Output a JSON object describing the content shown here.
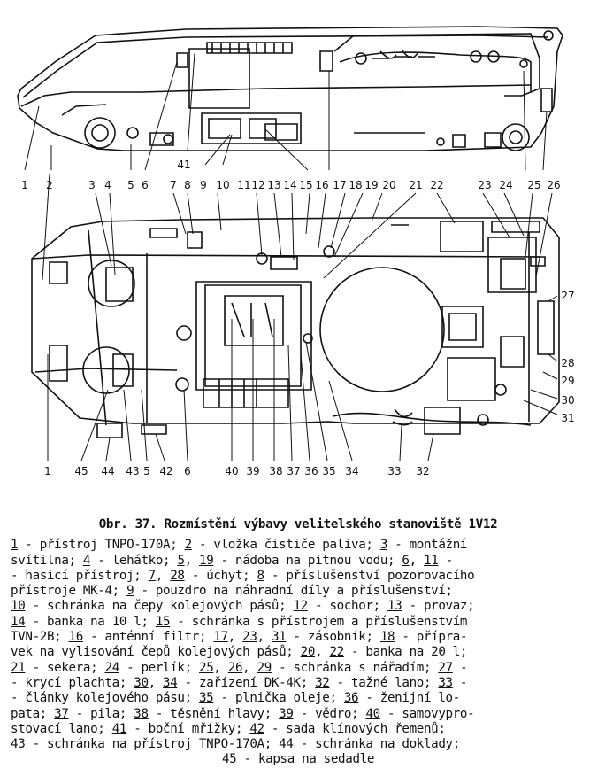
{
  "diagram": {
    "top_labels": [
      "1",
      "2",
      "3",
      "4",
      "5",
      "6",
      "7",
      "8",
      "9",
      "10",
      "11",
      "12",
      "13",
      "14",
      "15",
      "16",
      "17",
      "18",
      "19",
      "20",
      "21",
      "22",
      "23",
      "24",
      "25",
      "26"
    ],
    "side_labels": [
      "27",
      "28",
      "29",
      "30",
      "31"
    ],
    "bottom_labels": [
      "1",
      "45",
      "44",
      "43",
      "5",
      "42",
      "6",
      "40",
      "39",
      "38",
      "37",
      "36",
      "35",
      "34",
      "33",
      "32"
    ],
    "extra_label": "41"
  },
  "caption": {
    "title": "Obr. 37. Rozmístění výbavy velitelského stanoviště 1V12",
    "lines": [
      [
        [
          "1",
          "u"
        ],
        [
          " - přístroj TNPO-170A; ",
          ""
        ],
        [
          "2",
          "u"
        ],
        [
          " - vložka čističe paliva; ",
          ""
        ],
        [
          "3",
          "u"
        ],
        [
          " - montážní",
          ""
        ]
      ],
      [
        [
          "svítilna; ",
          ""
        ],
        [
          "4",
          "u"
        ],
        [
          " - lehátko; ",
          ""
        ],
        [
          "5",
          "u"
        ],
        [
          ", ",
          ""
        ],
        [
          "19",
          "u"
        ],
        [
          " - nádoba na pitnou vodu; ",
          ""
        ],
        [
          "6",
          "u"
        ],
        [
          ", ",
          ""
        ],
        [
          "11",
          "u"
        ],
        [
          " -",
          ""
        ]
      ],
      [
        [
          "- hasicí přístroj; ",
          ""
        ],
        [
          "7",
          "u"
        ],
        [
          ", ",
          ""
        ],
        [
          "28",
          "u"
        ],
        [
          " - úchyt; ",
          ""
        ],
        [
          "8",
          "u"
        ],
        [
          " - příslušenství pozorovacího",
          ""
        ]
      ],
      [
        [
          "přístroje MK-4; ",
          ""
        ],
        [
          "9",
          "u"
        ],
        [
          " - pouzdro na náhradní díly a příslušenství;",
          ""
        ]
      ],
      [
        [
          "10",
          "u"
        ],
        [
          " - schránka na čepy kolejových pásů; ",
          ""
        ],
        [
          "12",
          "u"
        ],
        [
          " - sochor; ",
          ""
        ],
        [
          "13",
          "u"
        ],
        [
          " - provaz;",
          ""
        ]
      ],
      [
        [
          "14",
          "u"
        ],
        [
          " - banka na 10 l; ",
          ""
        ],
        [
          "15",
          "u"
        ],
        [
          " - schránka s přístrojem a příslušenstvím",
          ""
        ]
      ],
      [
        [
          "TVN-2B; ",
          ""
        ],
        [
          "16",
          "u"
        ],
        [
          " - anténní filtr; ",
          ""
        ],
        [
          "17",
          "u"
        ],
        [
          ", ",
          ""
        ],
        [
          "23",
          "u"
        ],
        [
          ", ",
          ""
        ],
        [
          "31",
          "u"
        ],
        [
          " - zásobník; ",
          ""
        ],
        [
          "18",
          "u"
        ],
        [
          " - přípra-",
          ""
        ]
      ],
      [
        [
          "vek na vylisování čepů kolejových pásů; ",
          ""
        ],
        [
          "20",
          "u"
        ],
        [
          ", ",
          ""
        ],
        [
          "22",
          "u"
        ],
        [
          " - banka na 20 l;",
          ""
        ]
      ],
      [
        [
          "21",
          "u"
        ],
        [
          " - sekera; ",
          ""
        ],
        [
          "24",
          "u"
        ],
        [
          " - perlík; ",
          ""
        ],
        [
          "25",
          "u"
        ],
        [
          ", ",
          ""
        ],
        [
          "26",
          "u"
        ],
        [
          ", ",
          ""
        ],
        [
          "29",
          "u"
        ],
        [
          " - schránka s nářadím; ",
          ""
        ],
        [
          "27",
          "u"
        ],
        [
          " -",
          ""
        ]
      ],
      [
        [
          "- krycí plachta; ",
          ""
        ],
        [
          "30",
          "u"
        ],
        [
          ", ",
          ""
        ],
        [
          "34",
          "u"
        ],
        [
          " - zařízení DK-4K; ",
          ""
        ],
        [
          "32",
          "u"
        ],
        [
          " - tažné lano; ",
          ""
        ],
        [
          "33",
          "u"
        ],
        [
          " -",
          ""
        ]
      ],
      [
        [
          "- články kolejového pásu; ",
          ""
        ],
        [
          "35",
          "u"
        ],
        [
          " - plnička oleje; ",
          ""
        ],
        [
          "36",
          "u"
        ],
        [
          " - ženijní lo-",
          ""
        ]
      ],
      [
        [
          "pata; ",
          ""
        ],
        [
          "37",
          "u"
        ],
        [
          " - pila; ",
          ""
        ],
        [
          "38",
          "u"
        ],
        [
          " - těsnění hlavy; ",
          ""
        ],
        [
          "39",
          "u"
        ],
        [
          " - vědro; ",
          ""
        ],
        [
          "40",
          "u"
        ],
        [
          " - samovypro-",
          ""
        ]
      ],
      [
        [
          "stovací lano; ",
          ""
        ],
        [
          "41",
          "u"
        ],
        [
          " - boční mřížky; ",
          ""
        ],
        [
          "42",
          "u"
        ],
        [
          " - sada klínových řemenů;",
          ""
        ]
      ],
      [
        [
          "43",
          "u"
        ],
        [
          " - schránka na přístroj TNPO-170A; ",
          ""
        ],
        [
          "44",
          "u"
        ],
        [
          " - schránka na doklady;",
          ""
        ]
      ],
      [
        [
          "45",
          "u"
        ],
        [
          " - kapsa na sedadle",
          ""
        ]
      ]
    ]
  }
}
